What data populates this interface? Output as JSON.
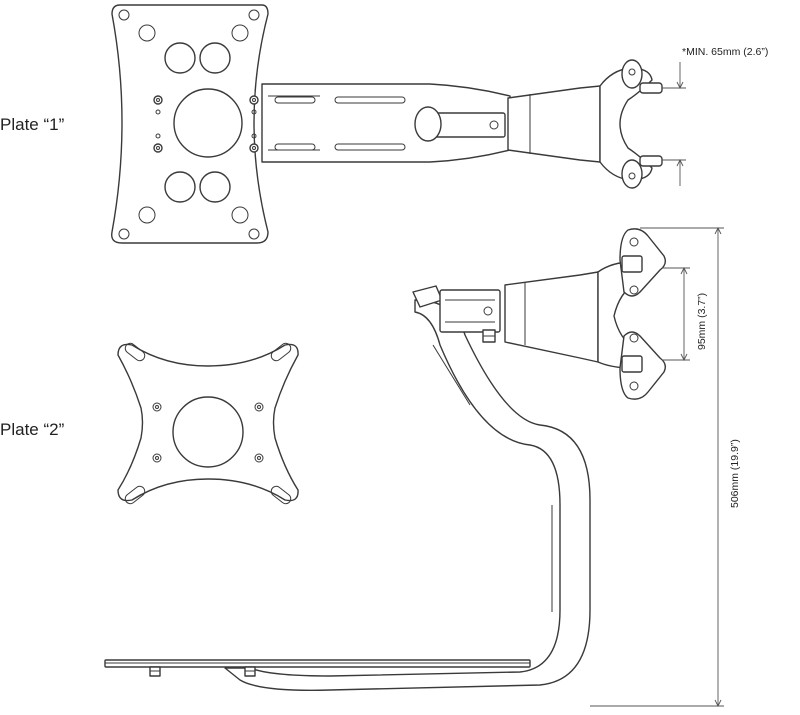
{
  "labels": {
    "plate1": "Plate “1”",
    "plate2": "Plate “2”",
    "min_clamp": "*MIN. 65mm (2.6”)",
    "clamp_gap": "95mm (3.7”)",
    "total_height": "506mm (19.9”)"
  },
  "colors": {
    "line": "#3a3a3a",
    "background": "#ffffff"
  }
}
